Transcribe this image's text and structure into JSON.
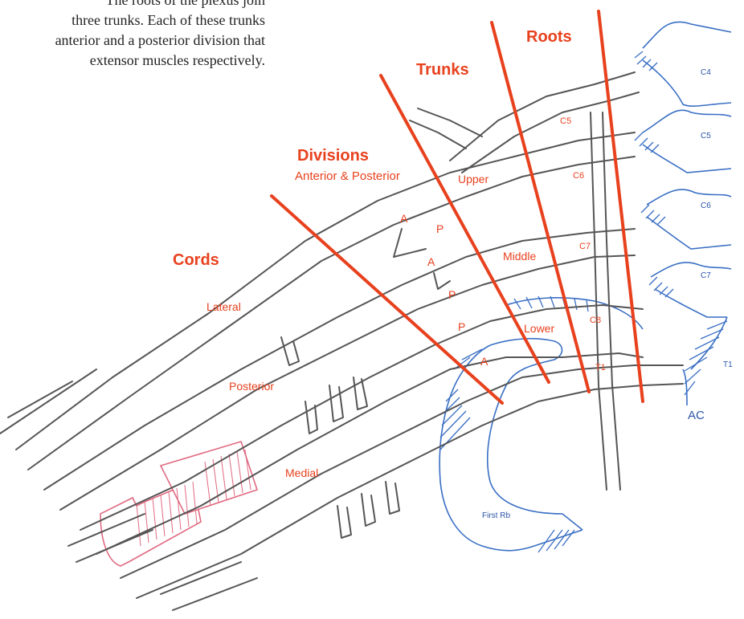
{
  "intro": {
    "line1": "The roots of the plexus join",
    "line2": "three trunks. Each of these trunks",
    "line3": "anterior and a posterior division that",
    "line4": "extensor muscles respectively."
  },
  "sections": {
    "roots": "Roots",
    "trunks": "Trunks",
    "divisions": "Divisions",
    "divisions_sub": "Anterior & Posterior",
    "cords": "Cords"
  },
  "trunk_names": {
    "upper": "Upper",
    "middle": "Middle",
    "lower": "Lower"
  },
  "cord_names": {
    "lateral": "Lateral",
    "posterior": "Posterior",
    "medial": "Medial"
  },
  "division_letters": {
    "a1": "A",
    "p1": "P",
    "a2": "A",
    "p2": "P",
    "p3": "P",
    "a3": "A"
  },
  "root_labels": {
    "c5": "C5",
    "c6": "C6",
    "c7": "C7",
    "c8": "C8",
    "t1": "T1"
  },
  "vertebra_labels": {
    "c4": "C4",
    "c5": "C5",
    "c6": "C6",
    "c7": "C7",
    "t1": "T1"
  },
  "structures": {
    "ac": "AC",
    "first_rib": "First Rb"
  },
  "colors": {
    "red": "#e8411e",
    "nerve": "#555555",
    "bone": "#3a6fc4",
    "artery": "#e06a80"
  }
}
